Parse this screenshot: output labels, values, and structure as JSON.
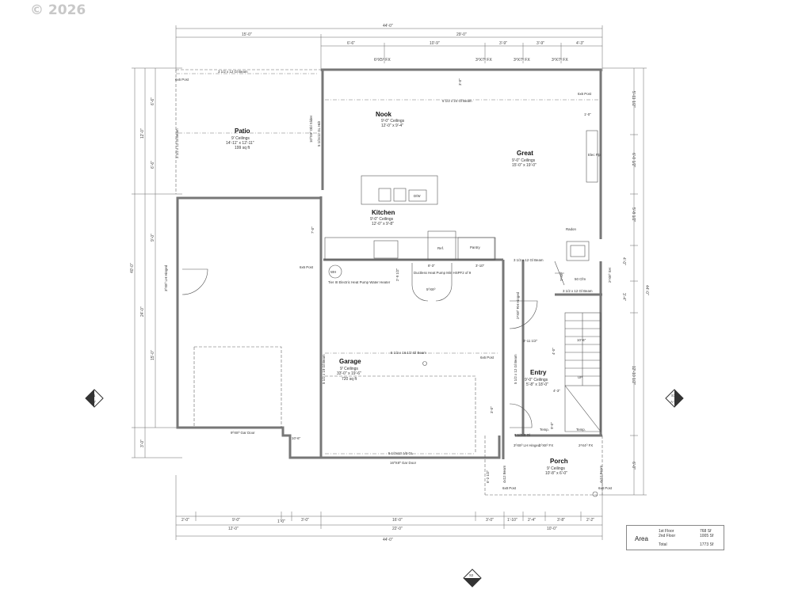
{
  "watermark": "© 2026",
  "dimensions": {
    "top_total": "44'-0\"",
    "top_left": "15'-0\"",
    "top_right": "29'-0\"",
    "top_segments": [
      "6'-6\"",
      "10'-9\"",
      "3'-9\"",
      "3'-9\"",
      "4'-3\""
    ],
    "windows_top": [
      "6⁰X5⁰ FX",
      "3⁰X7⁰ FX",
      "3⁰X7⁰ FX",
      "3⁰X7⁰ FX"
    ],
    "left_overall": "40'-0\"",
    "left_segments": [
      "12'-0\"",
      "24'-0\"",
      "3'-0\""
    ],
    "left_sub": [
      "6'-6\"",
      "6'-6\"",
      "9'-0\"",
      "15'-0\""
    ],
    "right_overall": "44'-0\"",
    "right_segments": [
      "5'-11 1/2\"",
      "6'-0 1/2\"",
      "5'-8 1/2\"",
      "4'-0\"",
      "3'-4\"",
      "12'-10 1/2\"",
      "6'-0\""
    ],
    "bottom_total": "44'-0\"",
    "bottom_row1": [
      "2'-0\"",
      "9'-0\"",
      "1'-0\"",
      "3'-0\"",
      "16'-0\"",
      "3'-0\"",
      "1'-10\"",
      "2'-4\"",
      "3'-8\"",
      "2'-2\""
    ],
    "bottom_row2": [
      "12'-0\"",
      "22'-0\"",
      "10'-0\""
    ],
    "misc": [
      "3'-0\"",
      "1'-0\"",
      "7'-0\"",
      "8'-3\"",
      "3'-10\"",
      "2'-9 1/2\"",
      "3'-0\"",
      "10'-6\"",
      "4'-3\"",
      "9'-0\"",
      "3'-11 1/2\"",
      "4'-0\"",
      "6'-2 1/2\"",
      "10'-6\""
    ]
  },
  "rooms": {
    "patio": {
      "name": "Patio",
      "ceiling": "9' Ceilings",
      "size": "14'-11\" x 12'-11\"",
      "area": "199 sq ft"
    },
    "nook": {
      "name": "Nook",
      "ceiling": "9'-0\" Ceilings",
      "size": "12'-0\" x 9'-4\""
    },
    "great": {
      "name": "Great",
      "ceiling": "9'-0\" Ceilings",
      "size": "15'-0\" x 19'-0\""
    },
    "kitchen": {
      "name": "Kitchen",
      "ceiling": "9'-0\" Ceilings",
      "size": "12'-0\" x 9'-8\""
    },
    "garage": {
      "name": "Garage",
      "ceiling": "9' Ceilings",
      "size": "33'-0\" x 19'-6\"",
      "area": "720 sq ft"
    },
    "entry": {
      "name": "Entry",
      "ceiling": "9'-0\" Ceilings",
      "size": "5'-8\" x 18'-0\""
    },
    "porch": {
      "name": "Porch",
      "ceiling": "9' Ceilings",
      "size": "10'-8\" x 6'-0\""
    }
  },
  "labels": {
    "beam_top": "3 1/2 x 12 Gl Beam",
    "beam_nook": "5 1/2 x 24 Gl Beam",
    "post_left": "6x6 Post",
    "post_right": "6x6 Post",
    "patio_beam": "3 1/2 x 12 Gl Beam",
    "glu_hdr": "5 1/2x12 GL Hdr",
    "slider": "10⁰X8⁰ Dbl Slider",
    "elec_fp": "Elec Flp",
    "sink": "D/W",
    "ref": "Ref.",
    "pantry": "Pantry",
    "radon": "Radon",
    "post_kitchen": "6x6 Post",
    "beam_mid": "3 1/2 x 12 Gl Beam",
    "wh": "WH",
    "water_heater": "Tier III Electric Heat Pump Water Heater",
    "heat_pump": "Ductless Heat Pump Min HSPF2 of 9",
    "door_5": "5⁰X8⁰",
    "door_lh": "3⁰X8⁰ LH Hinged",
    "cfm": "50 Cfm",
    "sh": "2⁶X8⁰ SH",
    "door_27": "2⁶X8⁰",
    "beam_stair": "3 1/2 x 12 Gl Beam",
    "rh_hinged": "2⁸X8⁰ RH Hinged",
    "beam_garage": "5 1/2 x 16 1/2 Gl Beam",
    "beam_garage_v": "5 1/2 x 19 Gl Beam",
    "post_garage": "6x6 Post",
    "beam_entry": "5 1/2 x 12 Gl Beam",
    "up": "UP",
    "gar_door_left": "9⁰X8⁰ Gar Door",
    "gar_door_main": "16⁰X8⁰ Gar Door",
    "beam_bottom": "5 1/2x13 1/2 GL",
    "gl_small": "5 1/2x6 Gl",
    "temp1": "Temp.",
    "temp2": "Temp.",
    "door_front": "3⁰X8⁰ LH Hinged",
    "fx1": "1⁰X8⁰ FX",
    "fx2": "2⁶X4⁰ FX",
    "post_porch_l": "6x8 Post",
    "post_porch_r": "6x8 Post",
    "beam_porch_l": "4x12 Beam",
    "beam_porch_r": "4x12 Beam"
  },
  "section_markers": {
    "left": {
      "id": "S1",
      "sheet": "A-7"
    },
    "right": {
      "id": "S1",
      "sheet": "A-7"
    },
    "bottom": {
      "id": "S2",
      "sheet": "A-7"
    }
  },
  "area_table": {
    "title": "Area",
    "rows": [
      {
        "label": "1st Floor",
        "value": "768 Sf"
      },
      {
        "label": "2nd Floor",
        "value": "1005 Sf"
      },
      {
        "label": "Total",
        "value": "1773 Sf"
      }
    ]
  }
}
